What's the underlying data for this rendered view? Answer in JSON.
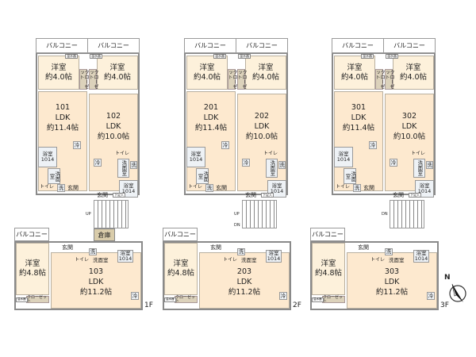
{
  "labels": {
    "balcony": "バルコニー",
    "closet_vertical": "クローゼット",
    "closet": "クローゼット",
    "bath": "浴室",
    "bath_size": "1014",
    "washroom": "洗面室",
    "toilet": "トイレ",
    "washer": "洗",
    "fridge": "冷",
    "entrance": "玄関",
    "storage": "倉庫",
    "up": "UP",
    "down": "DN",
    "shoe_box": "下足入",
    "water_heater": "温水器",
    "ldk": "LDK",
    "western_room": "洋室",
    "compass": "N"
  },
  "colors": {
    "ldk": "#fde9cf",
    "room": "#fdf1db",
    "closet": "#dcd2bb",
    "wall": "#8a8a8a"
  },
  "floors": [
    {
      "label": "1F",
      "has_storage": true,
      "stair_labels": [
        "UP"
      ],
      "units": [
        {
          "number": "101",
          "ldk_size": "約11.4帖",
          "room_size": "約4.0帖"
        },
        {
          "number": "102",
          "ldk_size": "約10.0帖",
          "room_size": "約4.0帖"
        },
        {
          "number": "103",
          "ldk_size": "約11.2帖",
          "room_size": "約4.8帖"
        }
      ]
    },
    {
      "label": "2F",
      "has_storage": false,
      "stair_labels": [
        "UP",
        "DN"
      ],
      "units": [
        {
          "number": "201",
          "ldk_size": "約11.4帖",
          "room_size": "約4.0帖"
        },
        {
          "number": "202",
          "ldk_size": "約10.0帖",
          "room_size": "約4.0帖"
        },
        {
          "number": "203",
          "ldk_size": "約11.2帖",
          "room_size": "約4.8帖"
        }
      ]
    },
    {
      "label": "3F",
      "has_storage": false,
      "stair_labels": [
        "DN"
      ],
      "units": [
        {
          "number": "301",
          "ldk_size": "約11.4帖",
          "room_size": "約4.0帖"
        },
        {
          "number": "302",
          "ldk_size": "約10.0帖",
          "room_size": "約4.0帖"
        },
        {
          "number": "303",
          "ldk_size": "約11.2帖",
          "room_size": "約4.8帖"
        }
      ]
    }
  ]
}
